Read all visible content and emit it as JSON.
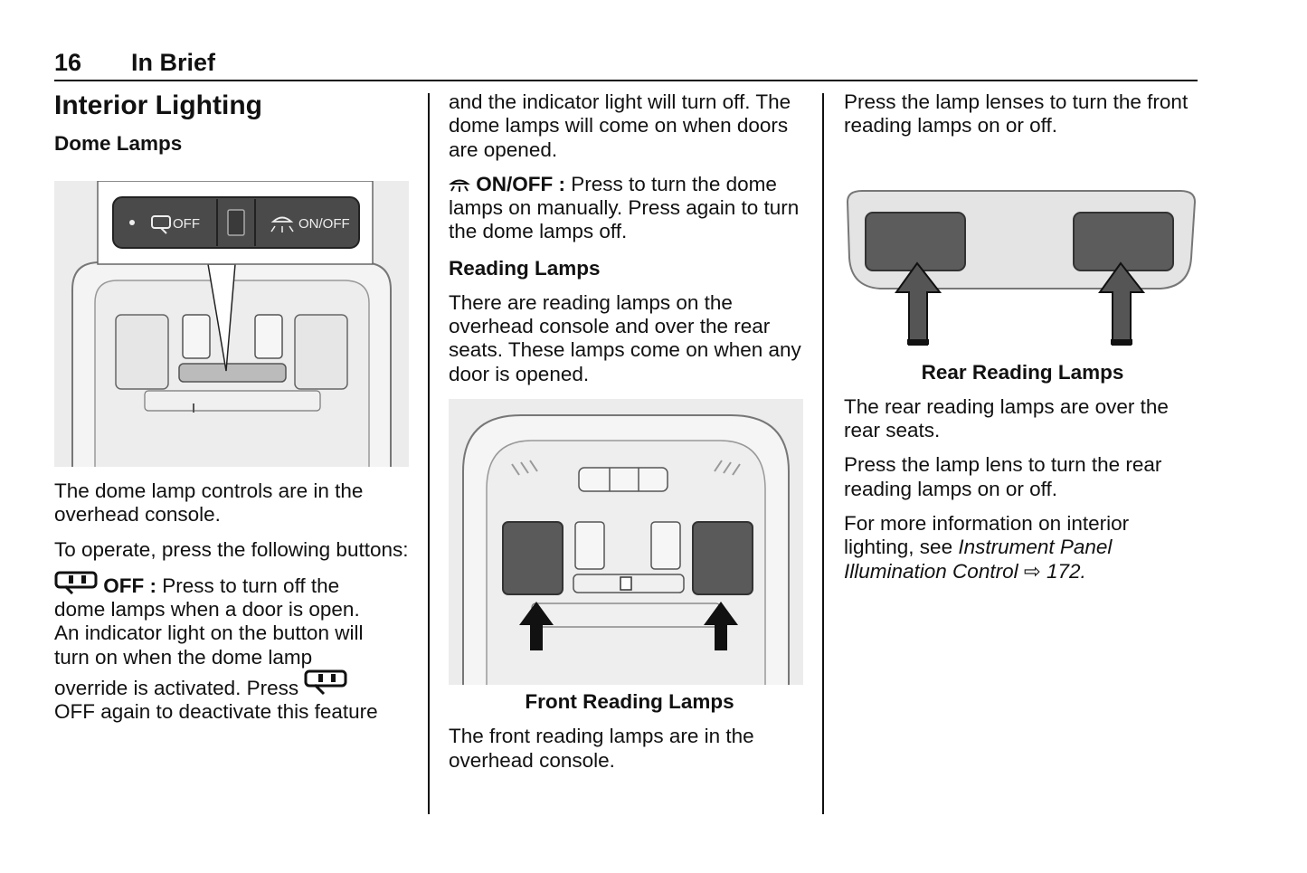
{
  "header": {
    "page_number": "16",
    "section": "In Brief"
  },
  "col1": {
    "title": "Interior Lighting",
    "subtitle": "Dome Lamps",
    "figure": {
      "label_off": "OFF",
      "label_onoff": "ON/OFF"
    },
    "p1": "The dome lamp controls are in the overhead console.",
    "p2": "To operate, press the following buttons:",
    "p3_term": "OFF :",
    "p3_line1_rest": " Press to turn off the",
    "p3_line2": "dome lamps when a door is open.",
    "p3_line3": "An indicator light on the button will",
    "p3_line4": "turn on when the dome lamp",
    "p3_line5_a": "override is activated. Press",
    "p3_line6": "OFF again to deactivate this feature"
  },
  "col2": {
    "p1": "and the indicator light will turn off. The dome lamps will come on when doors are opened.",
    "p2_term": "ON/OFF :",
    "p2_rest": " Press to turn the dome lamps on manually. Press again to turn the dome lamps off.",
    "subtitle": "Reading Lamps",
    "p3": "There are reading lamps on the overhead console and over the rear seats. These lamps come on when any door is opened.",
    "caption": "Front Reading Lamps",
    "p4": "The front reading lamps are in the overhead console."
  },
  "col3": {
    "p1": "Press the lamp lenses to turn the front reading lamps on or off.",
    "caption": "Rear Reading Lamps",
    "p2": "The rear reading lamps are over the rear seats.",
    "p3": "Press the lamp lens to turn the rear reading lamps on or off.",
    "p4_a": "For more information on interior lighting, see ",
    "p4_link": "Instrument Panel Illumination Control",
    "p4_arrow": "⇨",
    "p4_page": " 172."
  }
}
